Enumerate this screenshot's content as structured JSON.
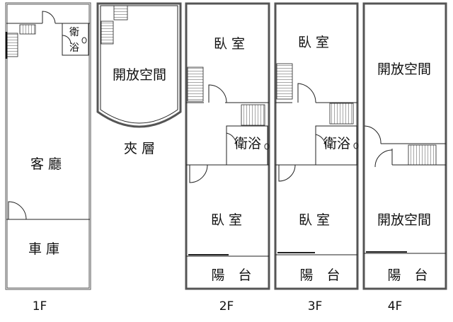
{
  "floors": {
    "f1": {
      "label": "1F",
      "living": "客 廳",
      "garage": "車 庫",
      "bath": [
        "衛",
        "浴"
      ]
    },
    "mezz": {
      "label": "夾 層",
      "open_space": "開放空間"
    },
    "f2": {
      "label": "2F",
      "bedroom_top": "臥 室",
      "bath": "衛浴",
      "bedroom_bottom": "臥 室",
      "balcony": "陽　台"
    },
    "f3": {
      "label": "3F",
      "bedroom_top": "臥 室",
      "bath": "衛浴",
      "bedroom_bottom": "臥 室",
      "balcony": "陽　台"
    },
    "f4": {
      "label": "4F",
      "open_top": "開放空間",
      "open_bottom": "開放空間",
      "balcony": "陽　台"
    }
  }
}
